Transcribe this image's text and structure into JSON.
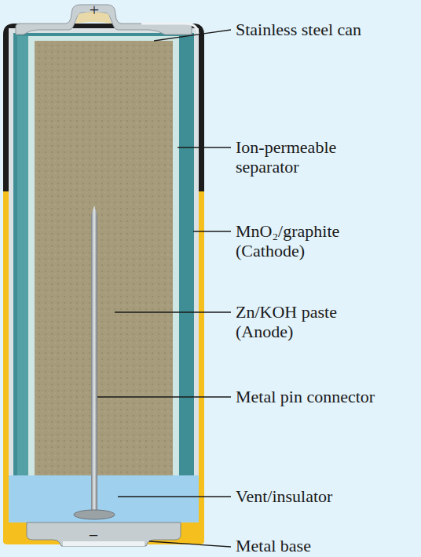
{
  "diagram": {
    "labels": [
      "+",
      "Stainless steel can",
      "Ion-permeable separator",
      "MnO₂/graphite (Cathode)",
      "Zn/KOH paste (Anode)",
      "Metal pin connector",
      "Vent/insulator",
      "−",
      "Metal base"
    ]
  }
}
